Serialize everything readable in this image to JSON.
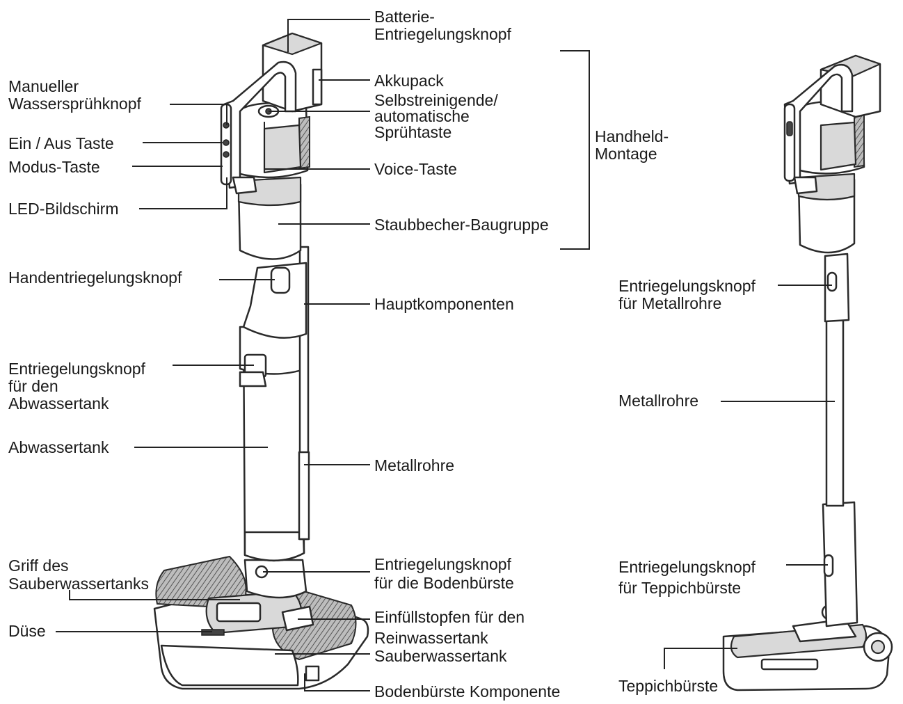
{
  "labels": {
    "battery_release": "Batterie-\nEntriegelungsknopf",
    "battery_pack": "Akkupack",
    "self_clean": "Selbstreinigende/\nautomatische\nSprühtaste",
    "voice": "Voice-Taste",
    "dust_cup": "Staubbecher-Baugruppe",
    "handheld": "Handheld-\nMontage",
    "main_components": "Hauptkomponenten",
    "metal_tube_main": "Metallrohre",
    "floor_brush_release": "Entriegelungsknopf\nfür die Bodenbürste",
    "clean_water_cap": "Einfüllstopfen für den\nReinwassertank",
    "clean_water_tank": "Sauberwassertank",
    "floor_brush": "Bodenbürste Komponente",
    "manual_spray": "Manueller\nWassersprühknopf",
    "on_off": "Ein / Aus Taste",
    "mode": "Modus-Taste",
    "led": "LED-Bildschirm",
    "hand_release": "Handentriegelungsknopf",
    "waste_release": "Entriegelungsknopf\nfür den\nAbwassertank",
    "waste_tank": "Abwassertank",
    "clean_tank_handle": "Griff des\nSauberwassertanks",
    "nozzle": "Düse",
    "tube_release_right": "Entriegelungsknopf\nfür Metallrohre",
    "metal_tube_right": "Metallrohre",
    "carpet_release": "Entriegelungsknopf\nfür Teppichbürste",
    "carpet_brush": "Teppichbürste"
  }
}
